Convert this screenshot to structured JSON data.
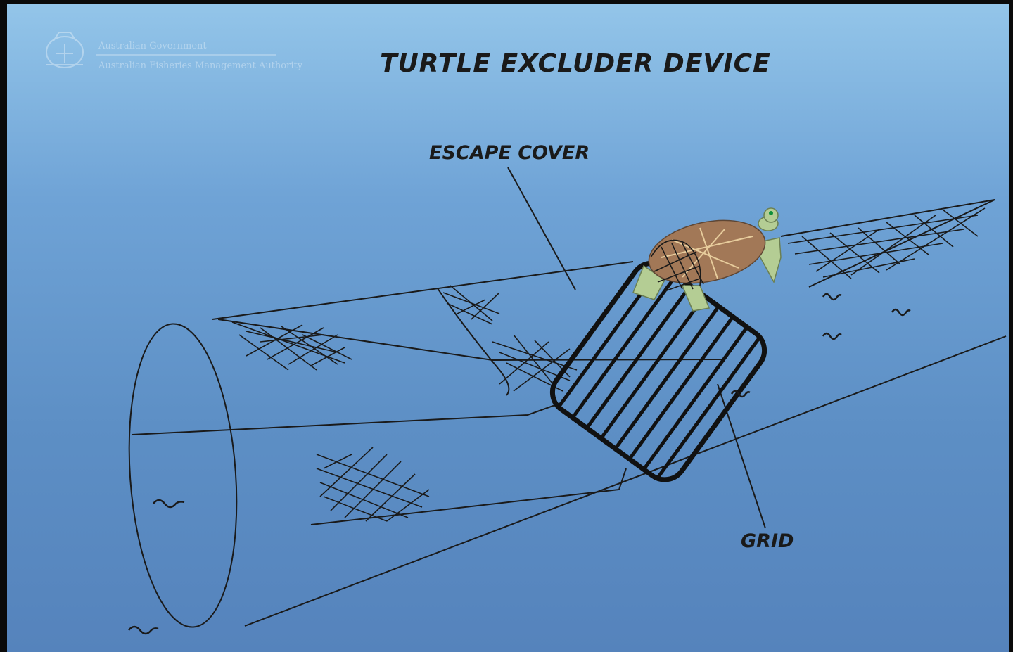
{
  "title": "TURTLE EXCLUDER DEVICE",
  "logo": {
    "line1": "Australian Government",
    "line2": "Australian Fisheries Management Authority",
    "icon": "coat-of-arms-icon"
  },
  "labels": {
    "escape_cover": "ESCAPE COVER",
    "grid": "GRID"
  },
  "colors": {
    "water_top": "#93c5e9",
    "water_bottom": "#5583bc",
    "line": "#1a1a1a",
    "turtle_shell": "#a27857",
    "turtle_skin": "#b4cd94"
  }
}
